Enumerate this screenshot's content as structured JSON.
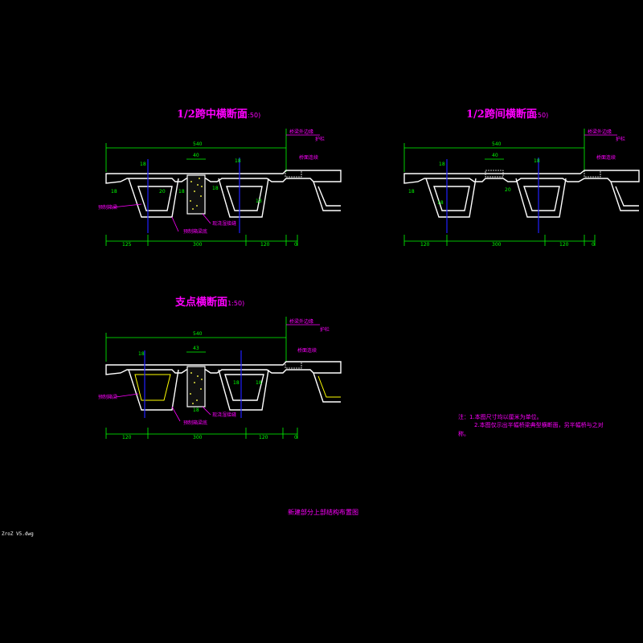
{
  "sections": [
    {
      "title": "1/2跨中横断面",
      "scale": "(1:50)",
      "dims_top": {
        "total": "540",
        "wet": "40"
      },
      "dims_bottom": [
        "125",
        "300",
        "120",
        "0"
      ],
      "labels": {
        "outer_edge": "桥梁外边缘",
        "rail": "护栏",
        "joint": "桥面连续",
        "girder": "预制箱梁",
        "wet_joint": "现浇湿接缝",
        "bottom": "预制箱梁底"
      },
      "small_dims": [
        "18",
        "20",
        "18",
        "18",
        "18",
        "18",
        "18"
      ]
    },
    {
      "title": "1/2跨间横断面",
      "scale": "(1:50)",
      "dims_top": {
        "total": "540",
        "wet": "40"
      },
      "dims_bottom": [
        "120",
        "300",
        "120",
        "0"
      ],
      "labels": {
        "outer_edge": "桥梁外边缘",
        "rail": "护栏",
        "joint": "桥面连续"
      },
      "small_dims": [
        "18",
        "18",
        "18",
        "18",
        "20"
      ]
    },
    {
      "title": "支点横断面",
      "scale": "(1:50)",
      "dims_top": {
        "total": "540",
        "wet": "43"
      },
      "dims_bottom": [
        "120",
        "300",
        "120",
        "0"
      ],
      "labels": {
        "outer_edge": "桥梁外边缘",
        "rail": "护栏",
        "joint": "桥面连续",
        "girder": "预制箱梁",
        "wet_joint": "现浇湿接缝",
        "bottom": "预制箱梁底"
      },
      "small_dims": [
        "18",
        "18",
        "18",
        "18"
      ]
    }
  ],
  "notes": {
    "line1": "注：1.本图尺寸均以厘米为单位。",
    "line2": "2.本图仅示出半幅桥梁典型横断面，另半幅桥与之对",
    "line3": "称。"
  },
  "drawing_title": "新建部分上部结构布置图",
  "filename": "ZroZ V5.dwg"
}
